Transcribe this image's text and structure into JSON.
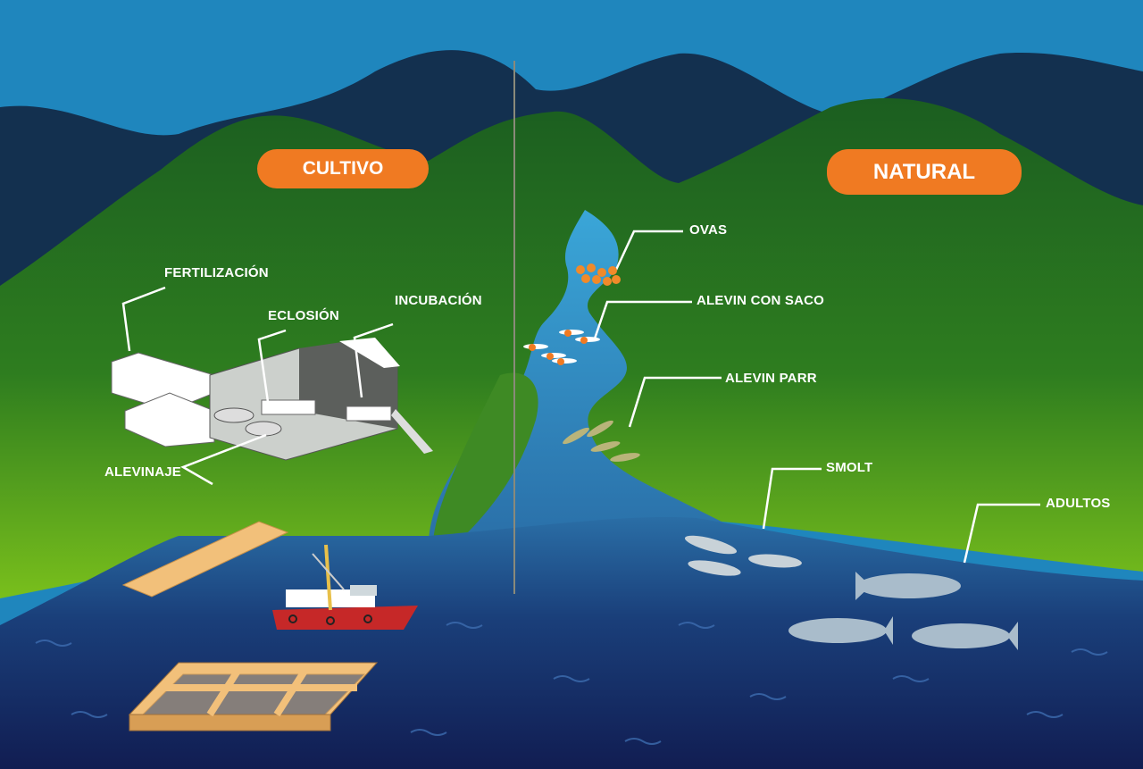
{
  "sections": {
    "cultivo": "CULTIVO",
    "natural": "NATURAL"
  },
  "cultivo_stages": {
    "fertilizacion": "FERTILIZACIÓN",
    "eclosion": "ECLOSIÓN",
    "incubacion": "INCUBACIÓN",
    "alevinaje": "ALEVINAJE"
  },
  "natural_stages": {
    "ovas": "OVAS",
    "alevin_con_saco": "ALEVIN CON SACO",
    "alevin_parr": "ALEVIN PARR",
    "smolt": "SMOLT",
    "adultos": "ADULTOS"
  },
  "colors": {
    "sky": "#1f86bd",
    "mountains": "#13304f",
    "hills_dark": "#1b5e20",
    "hills_light": "#72b81e",
    "river": "#3399cc",
    "sea_top": "#1f5a8a",
    "sea_bottom": "#12215a",
    "accent": "#f07a22"
  }
}
